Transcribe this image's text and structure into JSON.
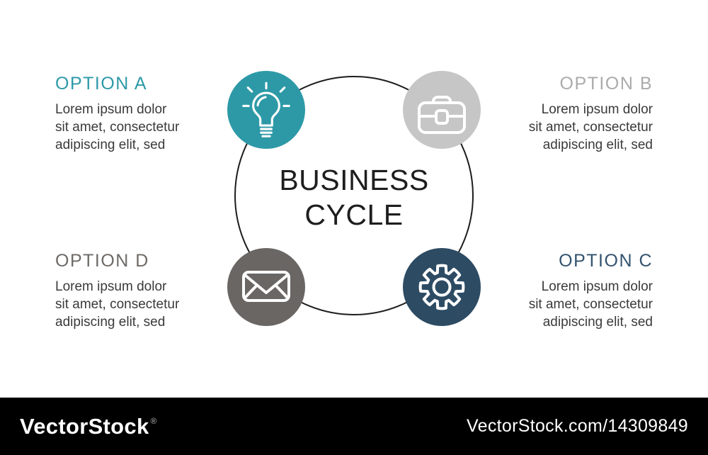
{
  "diagram": {
    "title": {
      "line1": "BUSINESS",
      "line2": "CYCLE"
    },
    "ring_color": "#1c1c1c",
    "options": [
      {
        "label": "OPTION A",
        "icon": "lightbulb",
        "accent_color": "#2d99a7",
        "circle_color": "#2d99a7",
        "lines": [
          "Lorem ipsum dolor",
          "sit amet, consectetur",
          "adipiscing elit, sed"
        ]
      },
      {
        "label": "OPTION B",
        "icon": "briefcase",
        "accent_color": "#ababab",
        "circle_color": "#c6c6c6",
        "lines": [
          "Lorem ipsum dolor",
          "sit amet, consectetur",
          "adipiscing elit, sed"
        ]
      },
      {
        "label": "OPTION C",
        "icon": "gear",
        "accent_color": "#33536f",
        "circle_color": "#2d4b63",
        "lines": [
          "Lorem ipsum dolor",
          "sit amet, consectetur",
          "adipiscing elit, sed"
        ]
      },
      {
        "label": "OPTION D",
        "icon": "envelope",
        "accent_color": "#6e6a67",
        "circle_color": "#6a6663",
        "lines": [
          "Lorem ipsum dolor",
          "sit amet, consectetur",
          "adipiscing elit, sed"
        ]
      }
    ]
  },
  "footer": {
    "logo": "VectorStock",
    "registered": "®",
    "url": "VectorStock.com/14309849",
    "bar_color": "#000000"
  }
}
